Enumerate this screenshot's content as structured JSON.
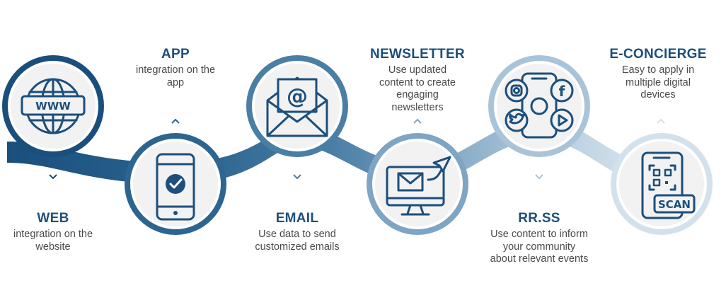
{
  "steps": [
    {
      "title": "WEB",
      "desc": "integration on the website",
      "icon": "www-globe-icon"
    },
    {
      "title": "APP",
      "desc": "integration on the app",
      "icon": "smartphone-check-icon"
    },
    {
      "title": "EMAIL",
      "desc": "Use data to send customized emails",
      "icon": "email-envelope-icon"
    },
    {
      "title": "NEWSLETTER",
      "desc": "Use updated content to create engaging newsletters",
      "icon": "newsletter-monitor-icon"
    },
    {
      "title": "RR.SS",
      "desc": "Use content to inform your community about relevant events",
      "icon": "social-media-phone-icon"
    },
    {
      "title": "E-CONCIERGE",
      "desc": "Easy to apply in multiple digital devices",
      "icon": "qr-scan-phone-icon"
    }
  ],
  "colors": {
    "step1": "#1a4f7d",
    "step2": "#2c6590",
    "step3": "#4a7fa5",
    "step4": "#7ea5c3",
    "step5": "#a9c3d8",
    "step6": "#d3e1ec",
    "circle_bg": "#f2f2f2",
    "icon": "#1c4f7c",
    "title": "#1c4f7c",
    "text": "#4a4a4a"
  }
}
